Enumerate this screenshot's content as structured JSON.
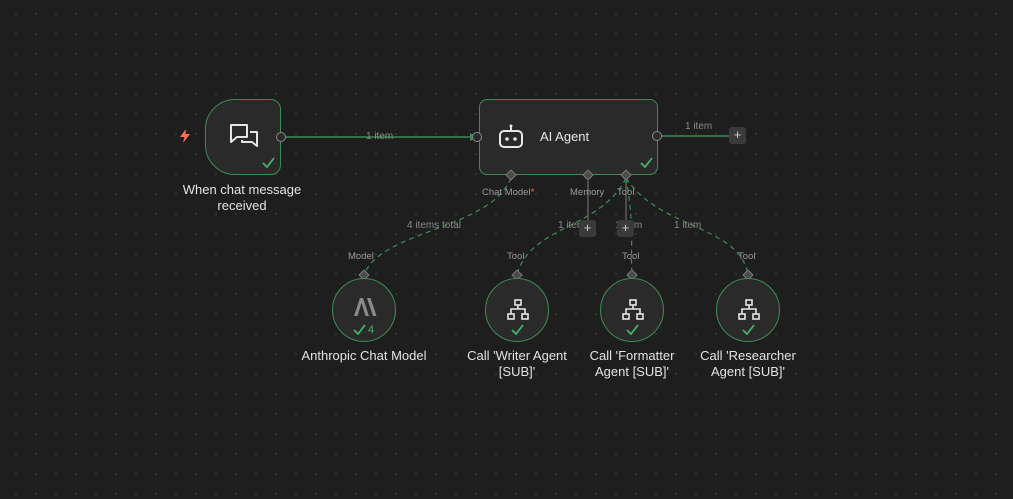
{
  "canvas": {
    "edges": {
      "main_1": "1 item",
      "main_2": "1 item",
      "model": "4 items total",
      "tool_1": "1 item",
      "tool_2": "1 item",
      "tool_3": "1 item"
    }
  },
  "nodes": {
    "trigger": {
      "title": "When chat message received",
      "icon": "chat-bubbles-icon",
      "status": "success"
    },
    "agent": {
      "title": "AI Agent",
      "icon": "robot-icon",
      "status": "success",
      "handles": {
        "chat_model": "Chat Model",
        "chat_model_required": "*",
        "memory": "Memory",
        "tool": "Tool"
      }
    },
    "model": {
      "title": "Anthropic Chat Model",
      "handle": "Model",
      "icon": "anthropic-logo-icon",
      "run_count": "4"
    },
    "writer": {
      "title": "Call 'Writer Agent [SUB]'",
      "handle": "Tool",
      "icon": "sitemap-icon"
    },
    "formatter": {
      "title": "Call 'Formatter Agent [SUB]'",
      "handle": "Tool",
      "icon": "sitemap-icon"
    },
    "researcher": {
      "title": "Call 'Researcher Agent [SUB]'",
      "handle": "Tool",
      "icon": "sitemap-icon"
    }
  },
  "colors": {
    "success": "#47b26b",
    "edge": "#3f8a55",
    "trigger_bolt": "#ff6d5a",
    "background": "#1e1e1e"
  }
}
